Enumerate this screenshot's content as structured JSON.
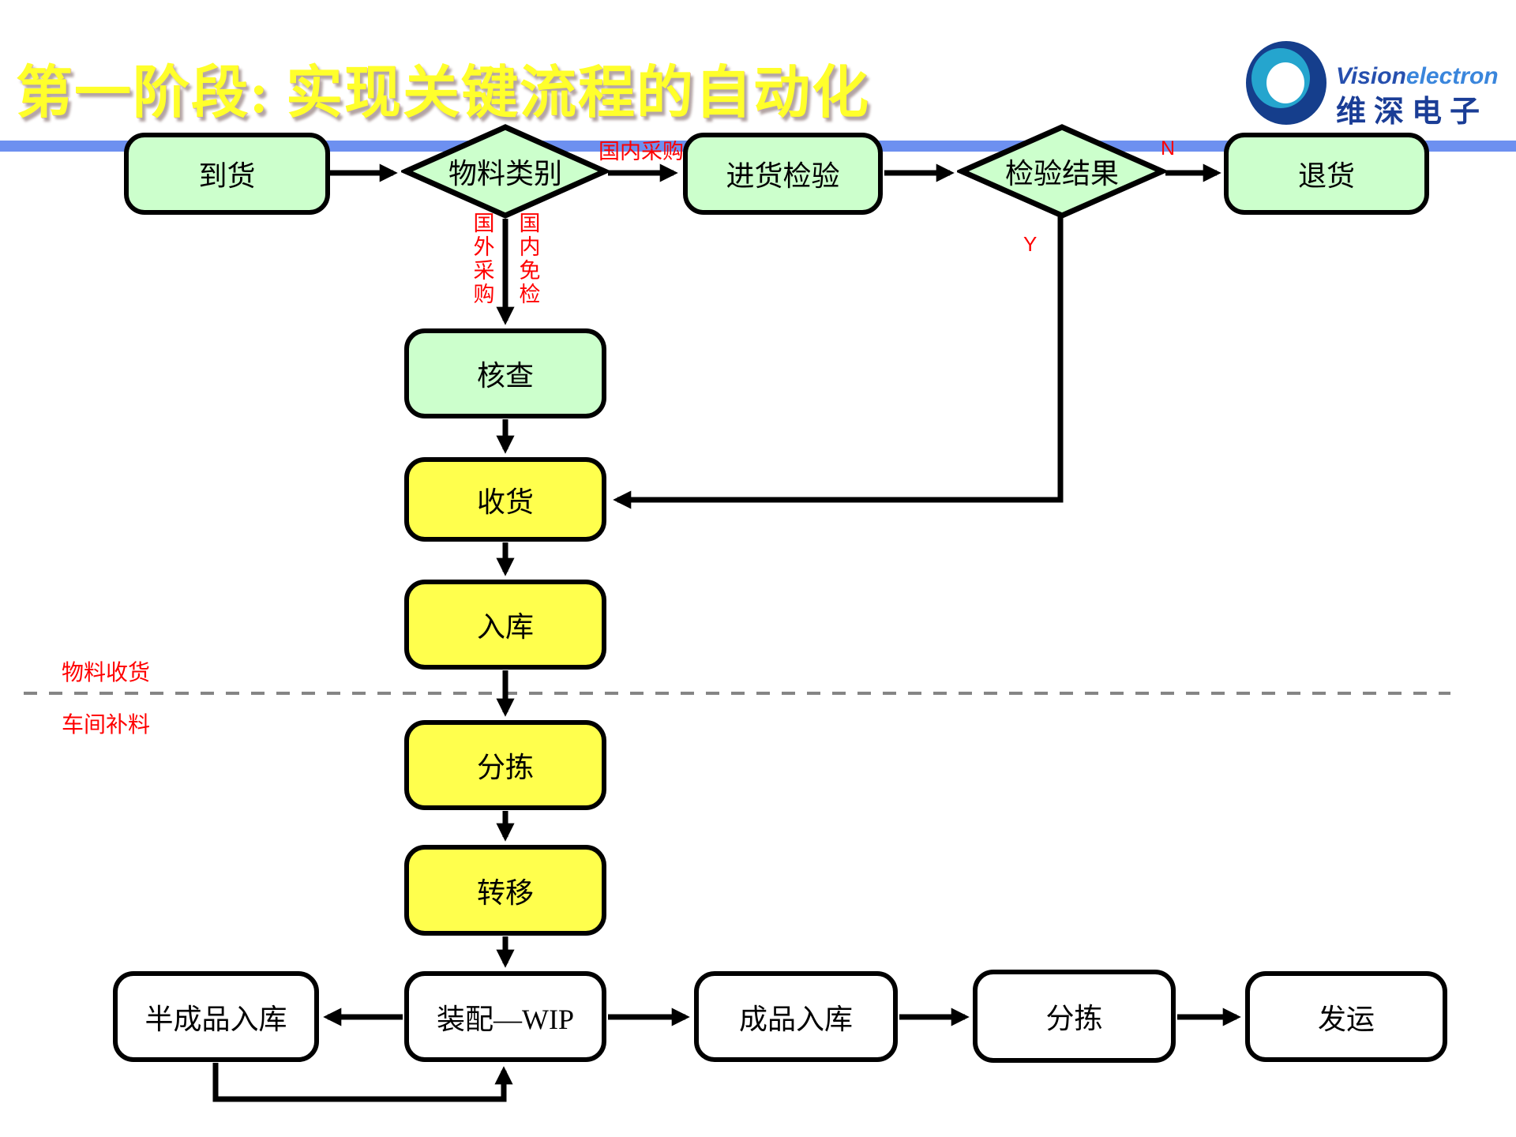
{
  "title": "第一阶段: 实现关键流程的自动化",
  "logo": {
    "brand_en_1": "Vision",
    "brand_en_2": "electron",
    "brand_cn": "维深电子"
  },
  "nodes": {
    "daohuo": {
      "label": "到货",
      "shape": "rounded-rect",
      "fill": "green"
    },
    "wuliao": {
      "label": "物料类别",
      "shape": "diamond",
      "fill": "green"
    },
    "jinhuo": {
      "label": "进货检验",
      "shape": "rounded-rect",
      "fill": "green"
    },
    "jieguo": {
      "label": "检验结果",
      "shape": "diamond",
      "fill": "green"
    },
    "tuihuo": {
      "label": "退货",
      "shape": "rounded-rect",
      "fill": "green"
    },
    "hecha": {
      "label": "核查",
      "shape": "rounded-rect",
      "fill": "green"
    },
    "shouhuo": {
      "label": "收货",
      "shape": "rounded-rect",
      "fill": "yellow"
    },
    "ruku": {
      "label": "入库",
      "shape": "rounded-rect",
      "fill": "yellow"
    },
    "fenjian1": {
      "label": "分拣",
      "shape": "rounded-rect",
      "fill": "yellow"
    },
    "zhuanyi": {
      "label": "转移",
      "shape": "rounded-rect",
      "fill": "yellow"
    },
    "zhuangpei": {
      "label": "装配—WIP",
      "shape": "rounded-rect",
      "fill": "white"
    },
    "bancheng": {
      "label": "半成品入库",
      "shape": "rounded-rect",
      "fill": "white"
    },
    "chengpin": {
      "label": "成品入库",
      "shape": "rounded-rect",
      "fill": "white"
    },
    "fenjian2": {
      "label": "分拣",
      "shape": "rounded-rect",
      "fill": "white"
    },
    "fayun": {
      "label": "发运",
      "shape": "rounded-rect",
      "fill": "white"
    }
  },
  "edge_labels": {
    "guonei_caigou": "国内采购",
    "guowai_caigou": "国外采购",
    "guonei_mianjian": "国内免检",
    "no": "N",
    "yes": "Y"
  },
  "lanes": {
    "above_divider": "物料收货",
    "below_divider": "车间补料"
  },
  "colors": {
    "node_green": "#ccffcc",
    "node_yellow": "#ffff4d",
    "node_white": "#ffffff",
    "header_bar_blue": "#6d90f0",
    "title_yellow": "#ffff2b",
    "annotation_red": "#ff0000",
    "divider_gray": "#858585"
  }
}
